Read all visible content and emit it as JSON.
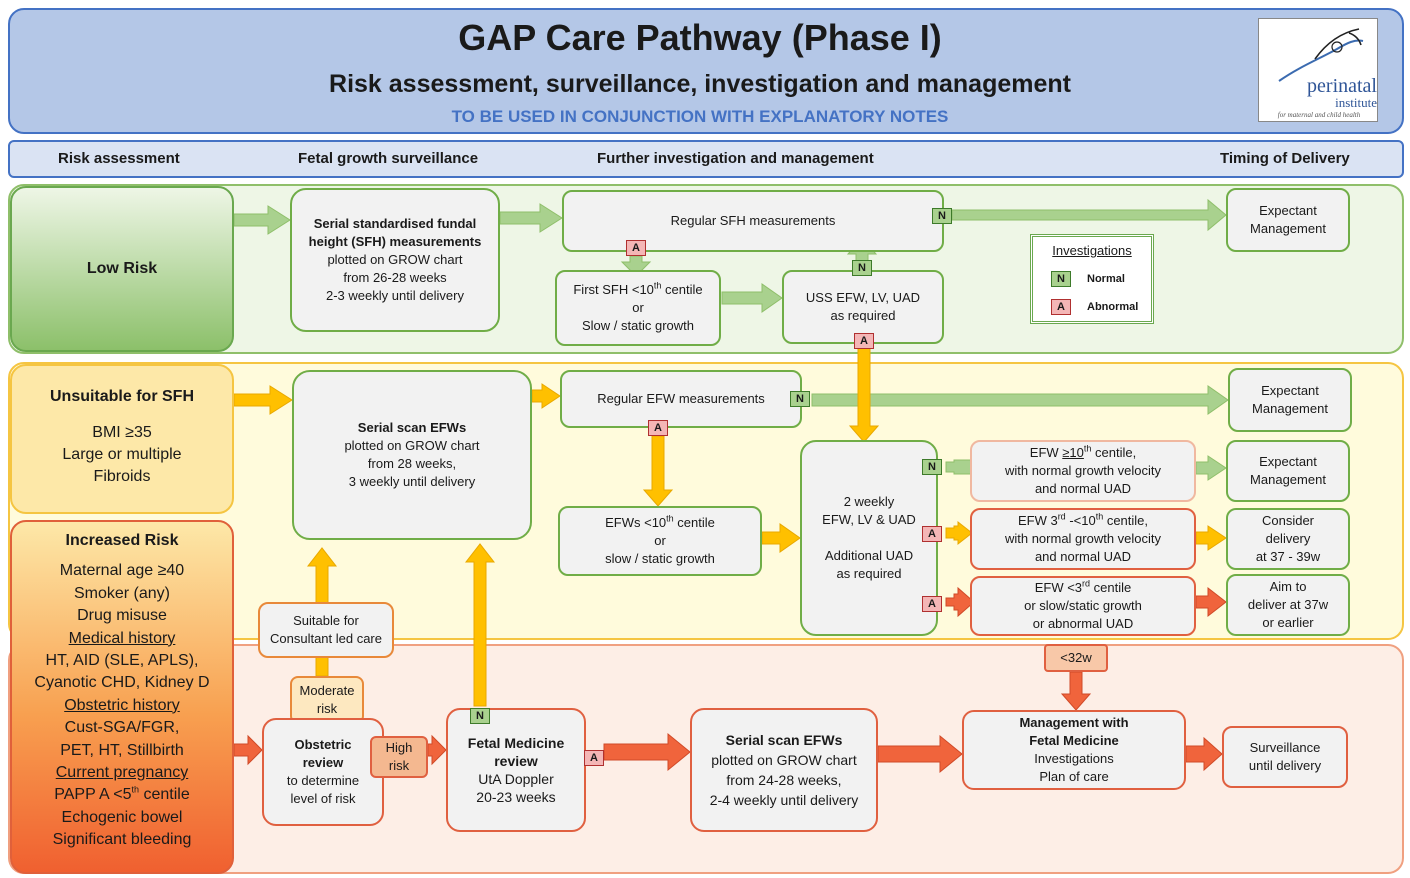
{
  "header": {
    "title": "GAP Care Pathway  (Phase I)",
    "subtitle": "Risk assessment, surveillance, investigation and management",
    "note": "TO BE USED IN CONJUNCTION WITH EXPLANATORY NOTES",
    "logo_text": "perinatal",
    "logo_text2": "institute",
    "logo_tagline": "for maternal and child health"
  },
  "columns": {
    "risk": "Risk assessment",
    "fetal": "Fetal growth surveillance",
    "further": "Further investigation and management",
    "timing": "Timing of Delivery"
  },
  "low": {
    "label": "Low Risk",
    "sfh_title": "Serial standardised fundal height (SFH) measurements",
    "sfh_l1": "plotted on GROW chart",
    "sfh_l2": "from 26-28 weeks",
    "sfh_l3": "2-3 weekly until delivery",
    "regular_sfh": "Regular SFH measurements",
    "first_sfh_pre": "First SFH <10",
    "first_sfh_sup": "th",
    "first_sfh_post": " centile",
    "first_or": "or",
    "first_slow": "Slow / static growth",
    "uss_l1": "USS EFW, LV, UAD",
    "uss_l2": "as required",
    "expectant_l1": "Expectant",
    "expectant_l2": "Management"
  },
  "legend": {
    "title": "Investigations",
    "normal": "Normal",
    "abnormal": "Abnormal",
    "n": "N",
    "a": "A"
  },
  "unsuitable": {
    "title": "Unsuitable for SFH",
    "l1": "BMI ≥35",
    "l2": "Large or multiple",
    "l3": "Fibroids",
    "scan_title": "Serial scan EFWs",
    "scan_l1": "plotted on GROW chart",
    "scan_l2": "from 28 weeks,",
    "scan_l3": "3 weekly until delivery",
    "regular_efw": "Regular EFW measurements",
    "efw10_pre": "EFWs <10",
    "efw10_sup": "th",
    "efw10_post": " centile",
    "efw10_or": "or",
    "efw10_slow": "slow / static growth",
    "weekly_l1": "2 weekly",
    "weekly_l2": "EFW, LV & UAD",
    "weekly_l3": "Additional UAD",
    "weekly_l4": "as required",
    "out1_pre": "EFW ",
    "out1_ge": "≥10",
    "out1_sup": "th",
    "out1_post": " centile,",
    "out1_l2": "with normal growth velocity",
    "out1_l3": "and normal UAD",
    "out2_pre": "EFW 3",
    "out2_sup1": "rd",
    "out2_mid": " -<10",
    "out2_sup2": "th",
    "out2_post": " centile,",
    "out2_l2": "with normal growth velocity",
    "out2_l3": "and normal UAD",
    "out3_pre": "EFW <3",
    "out3_sup": "rd",
    "out3_post": " centile",
    "out3_l2": "or slow/static growth",
    "out3_l3": "or abnormal UAD",
    "exp_l1": "Expectant",
    "exp_l2": "Management",
    "exp2_l1": "Expectant",
    "exp2_l2": "Management",
    "consider_l1": "Consider",
    "consider_l2": "delivery",
    "consider_l3": "at 37 - 39w",
    "aim_l1": "Aim to",
    "aim_l2": "deliver at 37w",
    "aim_l3": "or earlier"
  },
  "increased": {
    "title": "Increased Risk",
    "items": [
      "Maternal age ≥40",
      "Smoker (any)",
      "Drug misuse"
    ],
    "medical_heading": "Medical history ",
    "medical": [
      "HT, AID (SLE, APLS),",
      "Cyanotic CHD, Kidney D"
    ],
    "obstetric_heading": "Obstetric history",
    "obstetric": [
      "Cust-SGA/FGR,",
      "PET, HT, Stillbirth"
    ],
    "current_heading": "Current pregnancy",
    "papp_pre": "PAPP A <5",
    "papp_sup": "th",
    "papp_post": " centile",
    "current": [
      "Echogenic bowel",
      "Significant bleeding"
    ],
    "suitable_l1": "Suitable for",
    "suitable_l2": "Consultant led care",
    "moderate_l1": "Moderate",
    "moderate_l2": "risk",
    "obst_review_l1": "Obstetric",
    "obst_review_l2": "review",
    "obst_review_l3": "to determine",
    "obst_review_l4": "level of risk",
    "high_l1": "High",
    "high_l2": "risk",
    "fm_l1": "Fetal Medicine",
    "fm_l2": "review",
    "fm_l3": "UtA Doppler",
    "fm_l4": "20-23 weeks",
    "scan_title": "Serial scan EFWs",
    "scan_l1": "plotted on GROW chart",
    "scan_l2": "from 24-28 weeks,",
    "scan_l3": "2-4 weekly until delivery",
    "mgmt_l1": "Management with",
    "mgmt_l2": "Fetal Medicine",
    "mgmt_l3": "Investigations",
    "mgmt_l4": "Plan of care",
    "lt32": "<32w",
    "surv_l1": "Surveillance",
    "surv_l2": "until delivery"
  },
  "markers": {
    "n": "N",
    "a": "A"
  },
  "colors": {
    "header_bg": "#b4c7e7",
    "header_border": "#4472c4",
    "note_blue": "#4472c4",
    "low_band": "#eef6e6",
    "unsuitable_band": "#fffbdc",
    "increased_band": "#fdeee6",
    "green_arrow": "#a9d18e",
    "orange_arrow": "#ffc000",
    "red_arrow": "#f0643c"
  }
}
